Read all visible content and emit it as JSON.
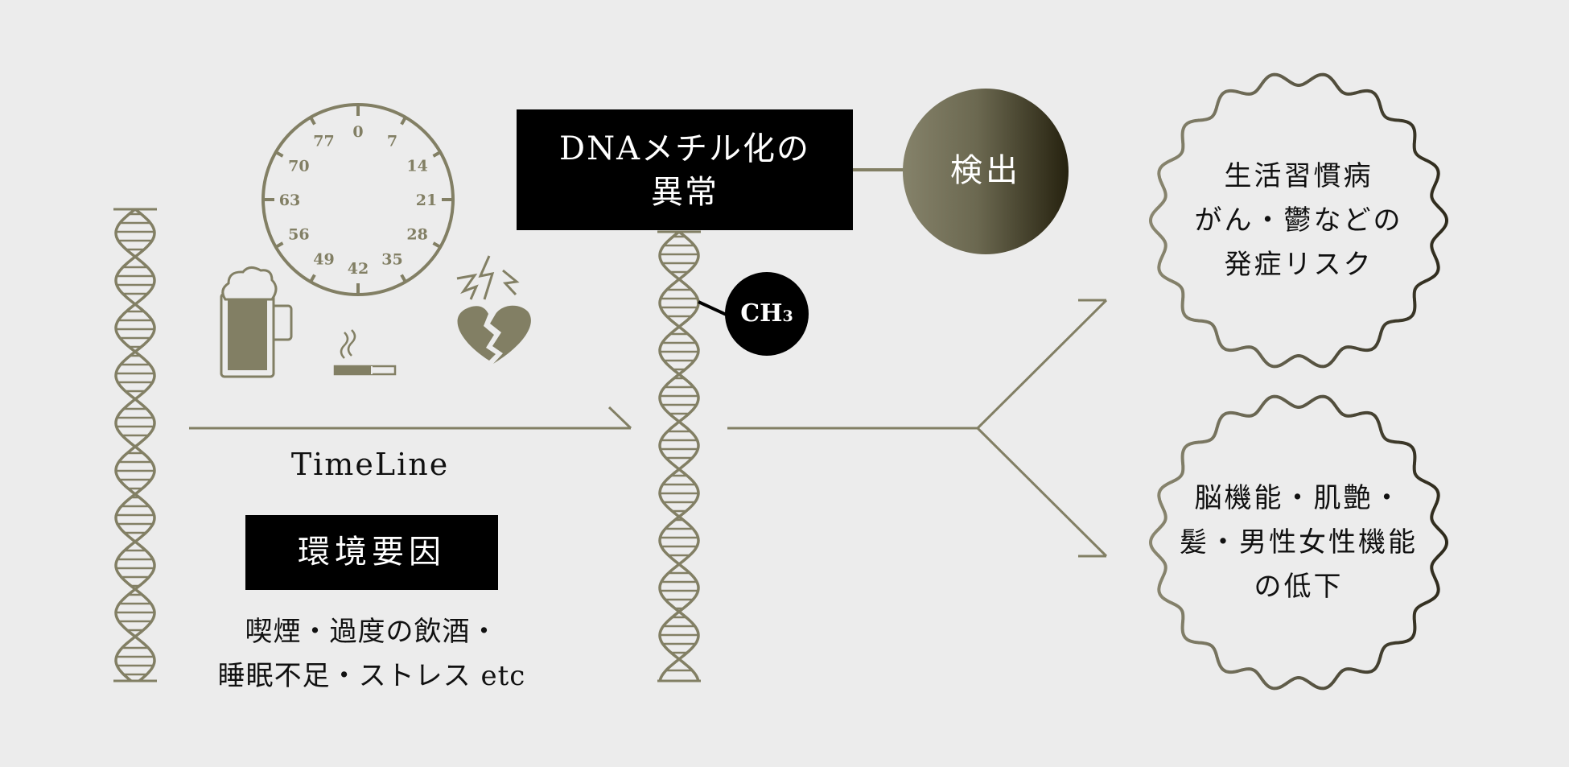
{
  "clock": {
    "numbers": [
      "0",
      "7",
      "14",
      "21",
      "28",
      "35",
      "42",
      "49",
      "56",
      "63",
      "70",
      "77"
    ]
  },
  "methylation": {
    "title": "DNAメチル化の異常",
    "line1": "DNAメチル化の",
    "line2": "異常"
  },
  "ch3": {
    "main": "CH",
    "sub": "3"
  },
  "detection": {
    "label": "検出"
  },
  "timeline": {
    "label": "TimeLine"
  },
  "environment": {
    "title": "環境要因",
    "factors_line1": "喫煙・過度の飲酒・",
    "factors_line2": "睡眠不足・ストレス etc"
  },
  "risk_top": {
    "lines": [
      "生活習慣病",
      "がん・鬱などの",
      "発症リスク"
    ]
  },
  "risk_bottom": {
    "lines": [
      "脳機能・肌艶・",
      "髪・男性女性機能",
      "の低下"
    ]
  },
  "colors": {
    "olive": "#827f64",
    "dark": "#2e2a1c",
    "background": "#ececec"
  },
  "icons": [
    "dna-helix-icon",
    "clock-icon",
    "beer-mug-icon",
    "cigarette-icon",
    "lightning-icon",
    "broken-heart-icon"
  ]
}
